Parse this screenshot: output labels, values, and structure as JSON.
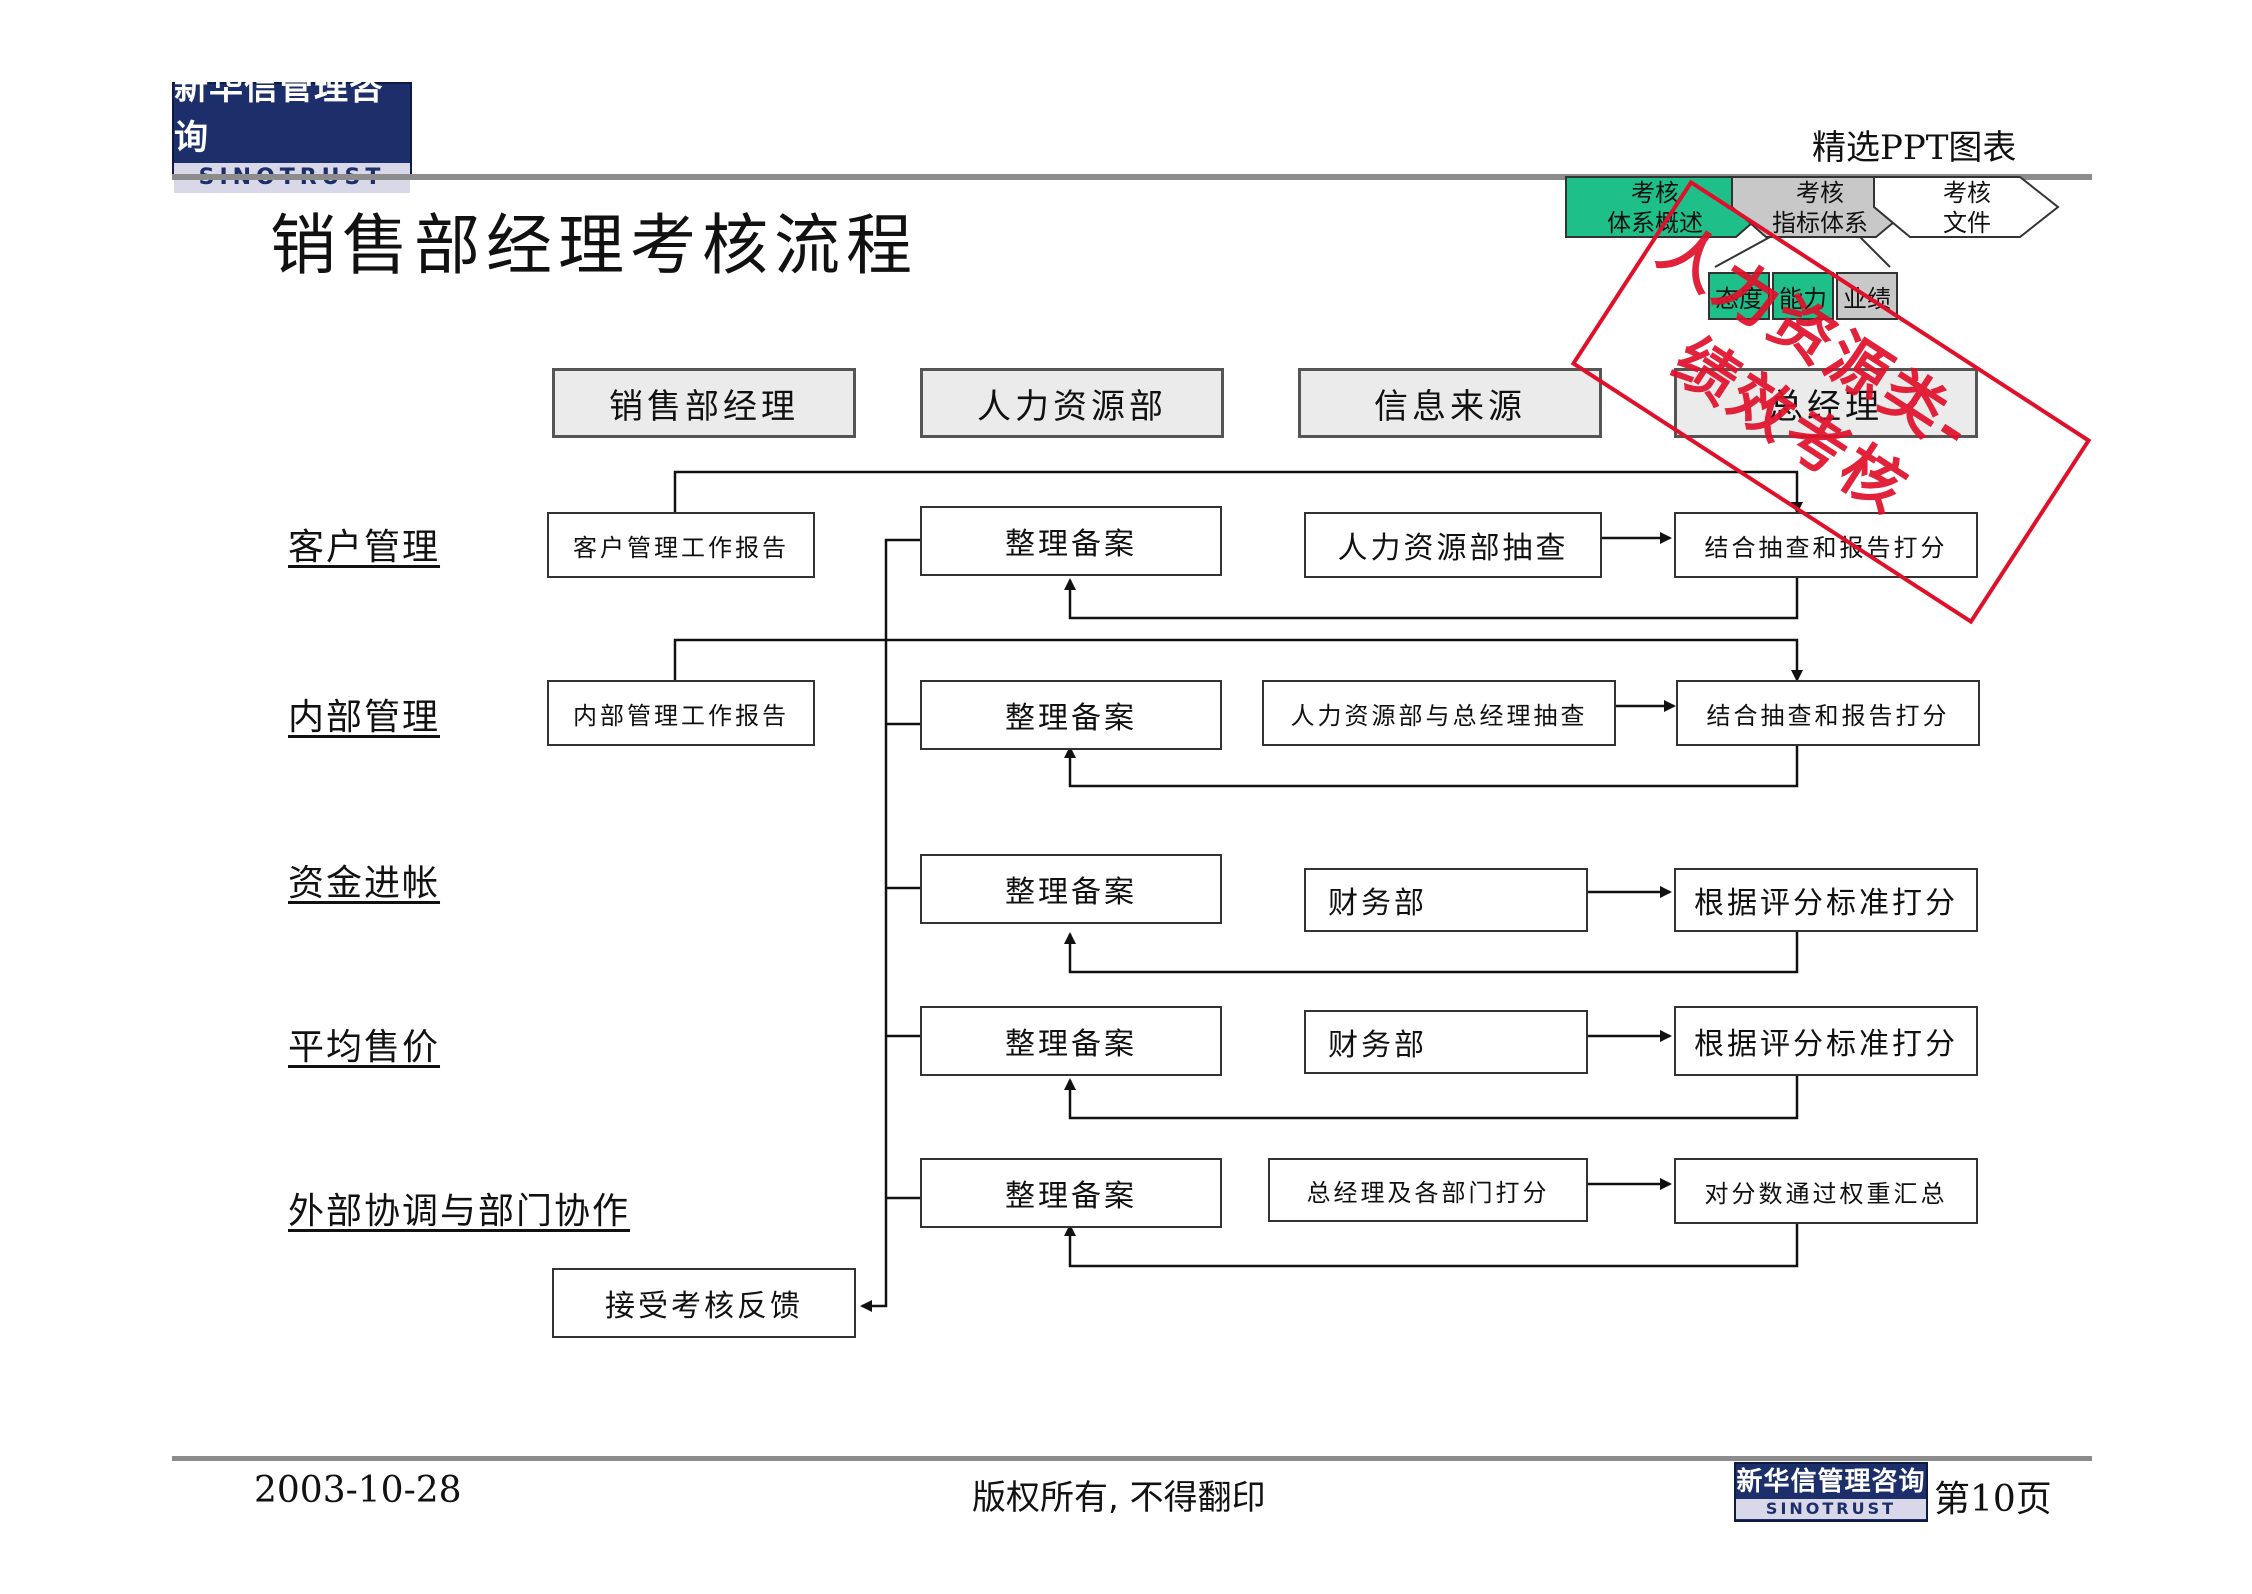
{
  "logo": {
    "cn": "新华信管理咨询",
    "en": "SINOTRUST"
  },
  "top_right_label": "精选PPT图表",
  "page_title": "销售部经理考核流程",
  "nav": {
    "stages": [
      "考核\n体系概述",
      "考核\n指标体系",
      "考核\n文件"
    ],
    "sub_tags": [
      "态度",
      "能力",
      "业绩"
    ],
    "active_color": "#1fbf8a",
    "inactive_color": "#c8c8c8"
  },
  "stamp": {
    "line1": "人力资源类-",
    "line2": "绩效考核"
  },
  "columns": [
    "销售部经理",
    "人力资源部",
    "信息来源",
    "总经理"
  ],
  "rows": [
    {
      "label": "客户管理",
      "report": "客户管理工作报告",
      "archive": "整理备案",
      "source": "人力资源部抽查",
      "result": "结合抽查和报告打分"
    },
    {
      "label": "内部管理",
      "report": "内部管理工作报告",
      "archive": "整理备案",
      "source": "人力资源部与总经理抽查",
      "result": "结合抽查和报告打分"
    },
    {
      "label": "资金进帐",
      "archive": "整理备案",
      "source": "财务部",
      "result": "根据评分标准打分"
    },
    {
      "label": "平均售价",
      "archive": "整理备案",
      "source": "财务部",
      "result": "根据评分标准打分"
    },
    {
      "label": "外部协调与部门协作",
      "archive": "整理备案",
      "source": "总经理及各部门打分",
      "result": "对分数通过权重汇总"
    }
  ],
  "feedback": "接受考核反馈",
  "footer": {
    "date": "2003-10-28",
    "copyright": "版权所有, 不得翻印",
    "page": "第10页"
  }
}
